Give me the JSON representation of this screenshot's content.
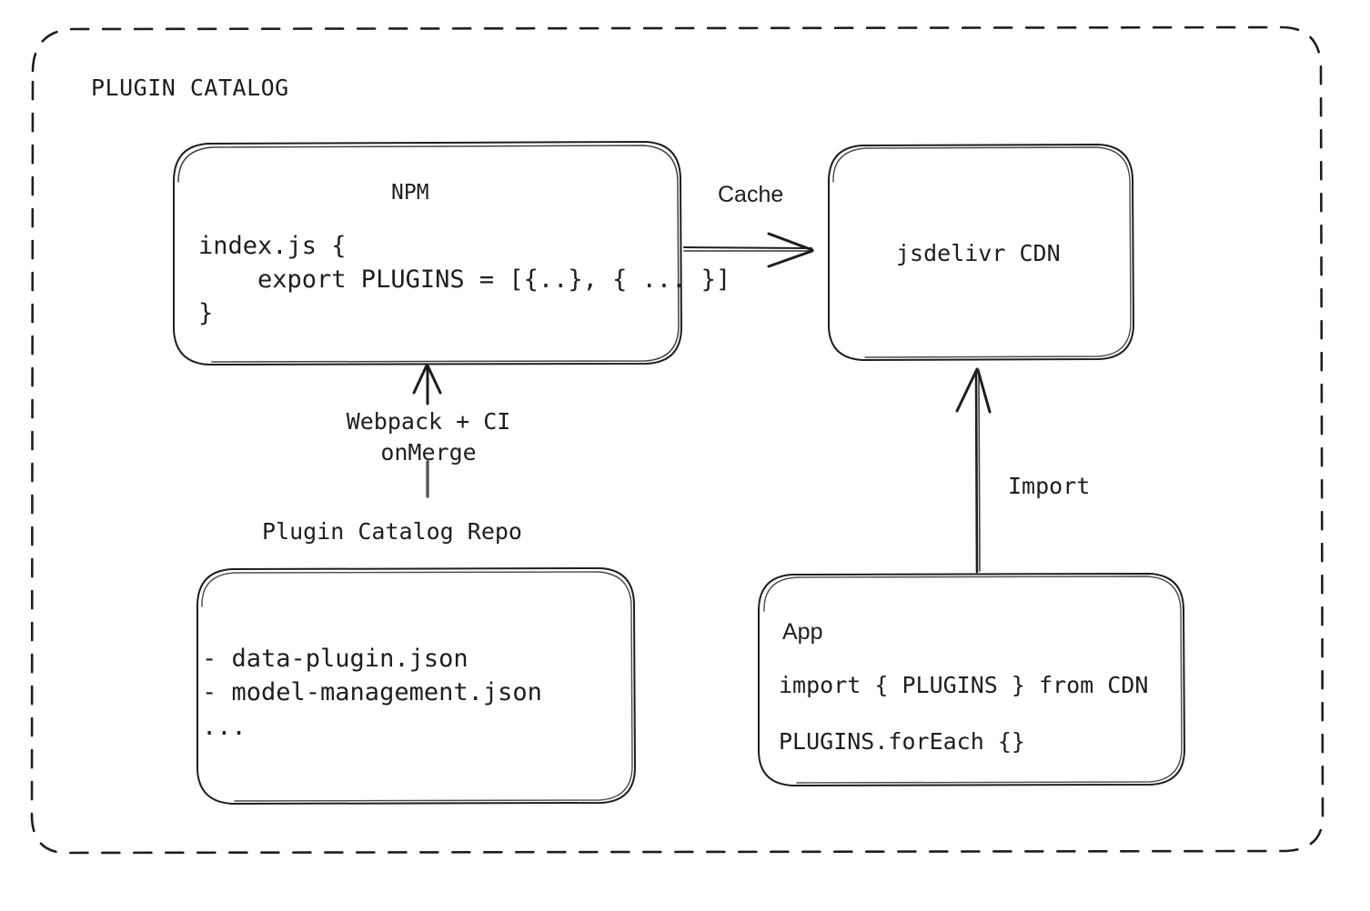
{
  "diagram": {
    "title": "PLUGIN CATALOG",
    "background": "#ffffff",
    "stroke_color": "#1e1e1e",
    "style": "hand-drawn sketch (excalidraw)",
    "nodes": {
      "npm": {
        "title": "NPM",
        "code": "index.js {\n    export PLUGINS = [{..}, { ... }]\n}"
      },
      "cdn": {
        "title": "jsdelivr CDN"
      },
      "repo": {
        "caption": "Plugin Catalog Repo",
        "files": "- data-plugin.json\n- model-management.json\n..."
      },
      "app": {
        "title": "App",
        "code_line1": "import { PLUGINS } from CDN",
        "code_line2": "PLUGINS.forEach {}"
      }
    },
    "edges": {
      "npm_to_cdn": {
        "label": "Cache"
      },
      "repo_to_npm": {
        "label": "Webpack + CI\nonMerge"
      },
      "app_to_cdn": {
        "label": "Import"
      }
    }
  }
}
